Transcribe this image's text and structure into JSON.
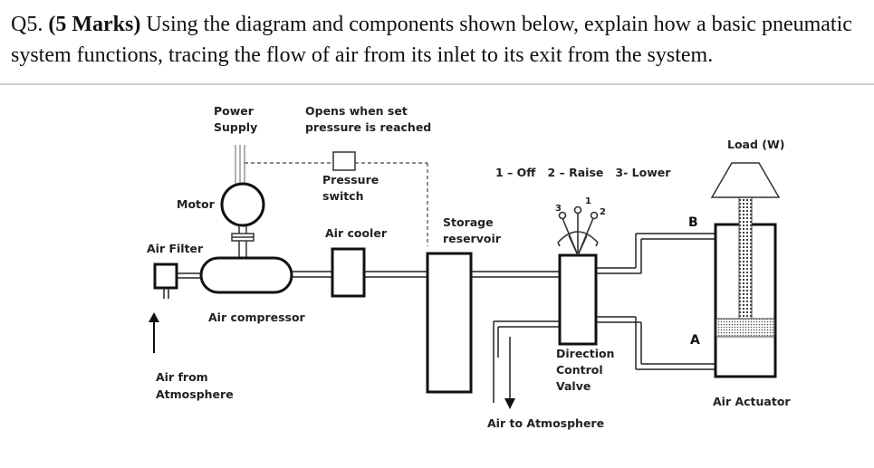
{
  "question": {
    "prefix": "Q5. ",
    "marks": "(5 Marks)",
    "text": " Using the diagram and components shown below, explain how a basic pneumatic system functions, tracing the flow of air from its inlet to its exit from the system."
  },
  "diagram": {
    "power_supply": [
      "Power",
      "Supply"
    ],
    "opens_when": [
      "Opens when set",
      "pressure is reached"
    ],
    "load": "Load (W)",
    "pressure_switch": [
      "Pressure",
      "switch"
    ],
    "valve_positions": "1 – Off   2 – Raise   3- Lower",
    "motor": "Motor",
    "port_b": "B",
    "storage_reservoir": [
      "Storage",
      "reservoir"
    ],
    "air_cooler": "Air cooler",
    "air_filter": "Air Filter",
    "air_compressor": "Air compressor",
    "port_a": "A",
    "direction_control_valve": [
      "Direction",
      "Control",
      "Valve"
    ],
    "air_from_atmosphere": [
      "Air from",
      "Atmosphere"
    ],
    "air_actuator": "Air Actuator",
    "air_to_atmosphere": "Air to Atmosphere",
    "lever_numbers": [
      "3",
      "1",
      "2"
    ]
  }
}
